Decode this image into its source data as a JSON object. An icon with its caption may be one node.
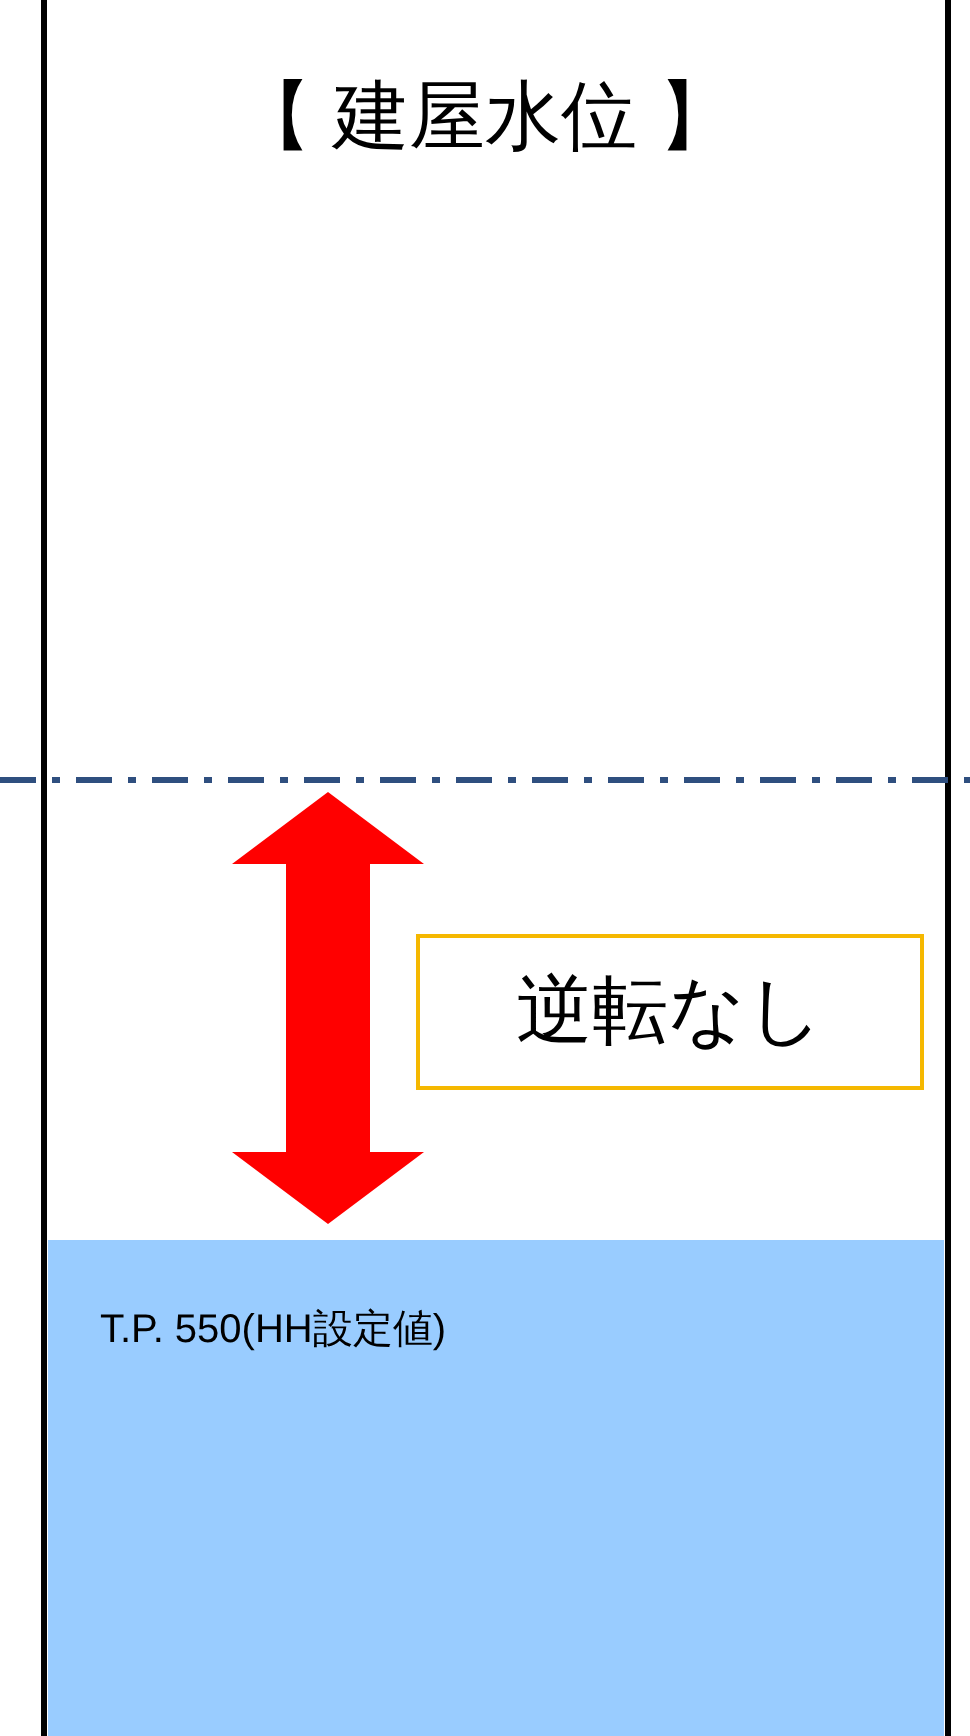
{
  "diagram": {
    "title": "【 建屋水位 】",
    "nodes": [
      {
        "text": [
          "逆転なし"
        ]
      },
      {
        "text": [
          "T.P. 550(HH設定値)"
        ]
      }
    ]
  }
}
